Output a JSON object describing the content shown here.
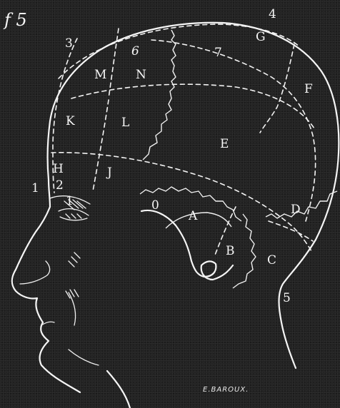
{
  "figure_number": "f 5",
  "signature": "E.BAROUX.",
  "labels": {
    "A": "A",
    "B": "B",
    "C": "C",
    "D": "D",
    "E": "E",
    "F": "F",
    "G": "G",
    "H": "H",
    "J": "J",
    "K": "K",
    "L": "L",
    "M": "M",
    "N": "N",
    "O": "0",
    "n1a": "1",
    "n1b": "1",
    "n2": "2",
    "n4": "4",
    "n5": "5",
    "n6": "6",
    "n7": "7",
    "n3": "3"
  },
  "colors": {
    "background": "#232323",
    "lines": "#f5f5f5"
  }
}
